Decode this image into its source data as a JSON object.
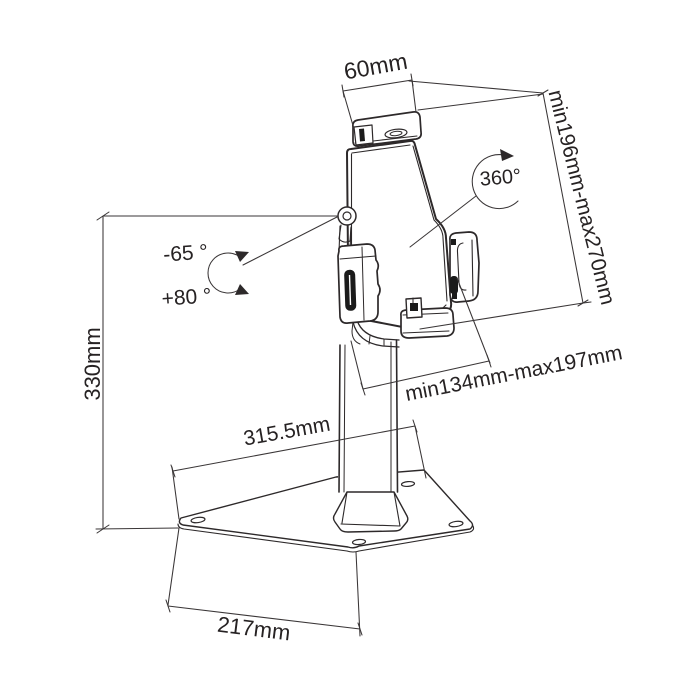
{
  "background": "#ffffff",
  "line_color": "#2d292a",
  "diagram": {
    "subject": "tablet-floor-stand-technical-drawing"
  },
  "labels": {
    "clamp_width": "60mm",
    "height_range": "min196mm-max270mm",
    "rotation_range": "360°",
    "tilt_up": "-65 °",
    "tilt_down": "+80 °",
    "stand_height": "330mm",
    "width_range": "min134mm-max197mm",
    "base_depth": "315.5mm",
    "base_width": "217mm"
  }
}
